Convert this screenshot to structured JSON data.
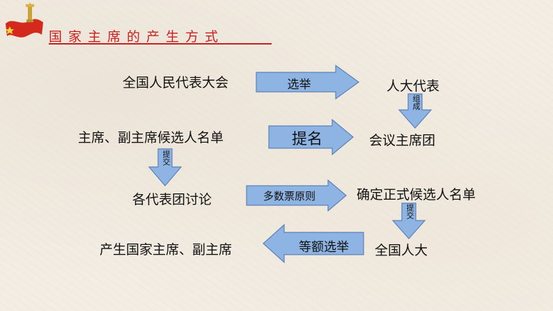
{
  "title": "国家主席的产生方式",
  "colors": {
    "accent": "#c8201e",
    "arrow_fill": "#8eb4e3",
    "arrow_stroke": "#5b80b8",
    "background": "#f3ede4"
  },
  "nodes": {
    "npc": "全国人民代表大会",
    "delegates": "人大代表",
    "candidate_list": "主席、副主席候选人名单",
    "presidium": "会议主席团",
    "delegation_discussion": "各代表团讨论",
    "formal_candidates": "确定正式候选人名单",
    "result": "产生国家主席、副主席",
    "npc_session": "全国人大"
  },
  "arrows": {
    "elect": "选举",
    "form": "组成",
    "nominate": "提名",
    "submit_1": "提交",
    "majority": "多数票原则",
    "submit_2": "提交",
    "equal_election": "等额选举"
  }
}
